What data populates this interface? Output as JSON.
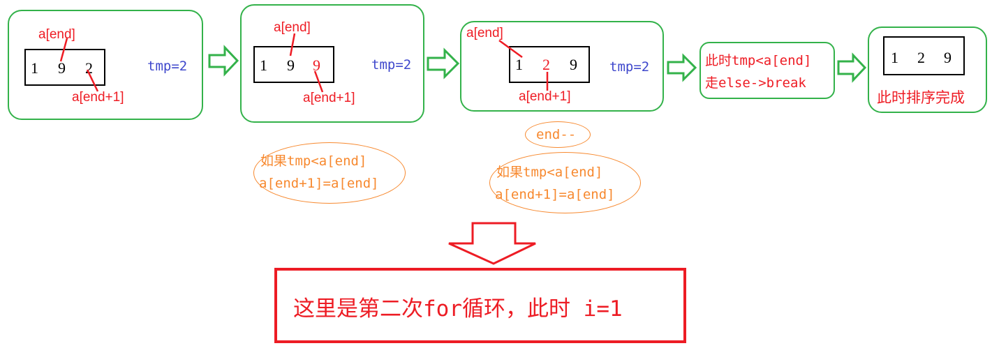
{
  "stages": [
    {
      "values": [
        "1",
        "9",
        "2"
      ],
      "label_top": "a[end]",
      "label_bottom": "a[end+1]",
      "tmp": "tmp=2"
    },
    {
      "values": [
        "1",
        "9",
        "9"
      ],
      "label_top": "a[end]",
      "label_bottom": "a[end+1]",
      "tmp": "tmp=2"
    },
    {
      "values": [
        "1",
        "2",
        "9"
      ],
      "label_top": "a[end]",
      "label_bottom": "a[end+1]",
      "tmp": "tmp=2"
    },
    {
      "line1": "此时tmp<a[end]",
      "line2": "走else->break"
    },
    {
      "values": [
        "1",
        "2",
        "9"
      ],
      "caption": "此时排序完成"
    }
  ],
  "notes": {
    "cond1": {
      "line1": "如果tmp<a[end]",
      "line2": "a[end+1]=a[end]"
    },
    "decrement": "end--",
    "cond2": {
      "line1": "如果tmp<a[end]",
      "line2": "a[end+1]=a[end]"
    }
  },
  "summary": "这里是第二次for循环，此时 i=1",
  "colors": {
    "stage_border": "#33b24a",
    "arrow": "#33b24a",
    "highlight": "#ee1c24",
    "tmp": "#3f48cc",
    "note": "#f7892f",
    "summary_border": "#ed1c24"
  }
}
